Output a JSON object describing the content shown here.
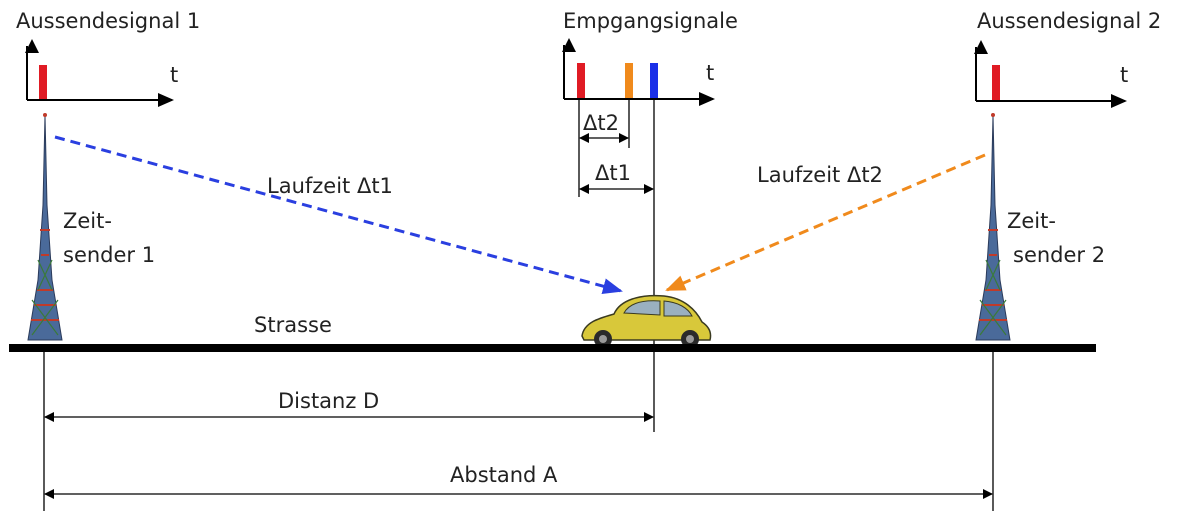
{
  "labels": {
    "sender1_signal": "Aussendesignal 1",
    "sender2_signal": "Aussendesignal 2",
    "received_signals": "Empgangsignale",
    "time_axis": "t",
    "delta_t1": "Δt1",
    "delta_t2": "Δt2",
    "travel_time_1": "Laufzeit Δt1",
    "travel_time_2": "Laufzeit Δt2",
    "sender1_line1": "Zeit-",
    "sender1_line2": "sender 1",
    "sender2_line1": "Zeit-",
    "sender2_line2": "sender 2",
    "road": "Strasse",
    "distance": "Distanz D",
    "spacing": "Abstand A"
  },
  "colors": {
    "signal_1": "#e01b24",
    "signal_2": "#f08a1c",
    "signal_3": "#1a2fe8",
    "ray_1": "#2a3fe0",
    "ray_2": "#f08a1c",
    "road": "#000000",
    "car_body": "#d8c83a",
    "tower": "#3a5a8a"
  },
  "icons": {
    "tower": "radio-tower-icon",
    "car": "car-icon"
  }
}
